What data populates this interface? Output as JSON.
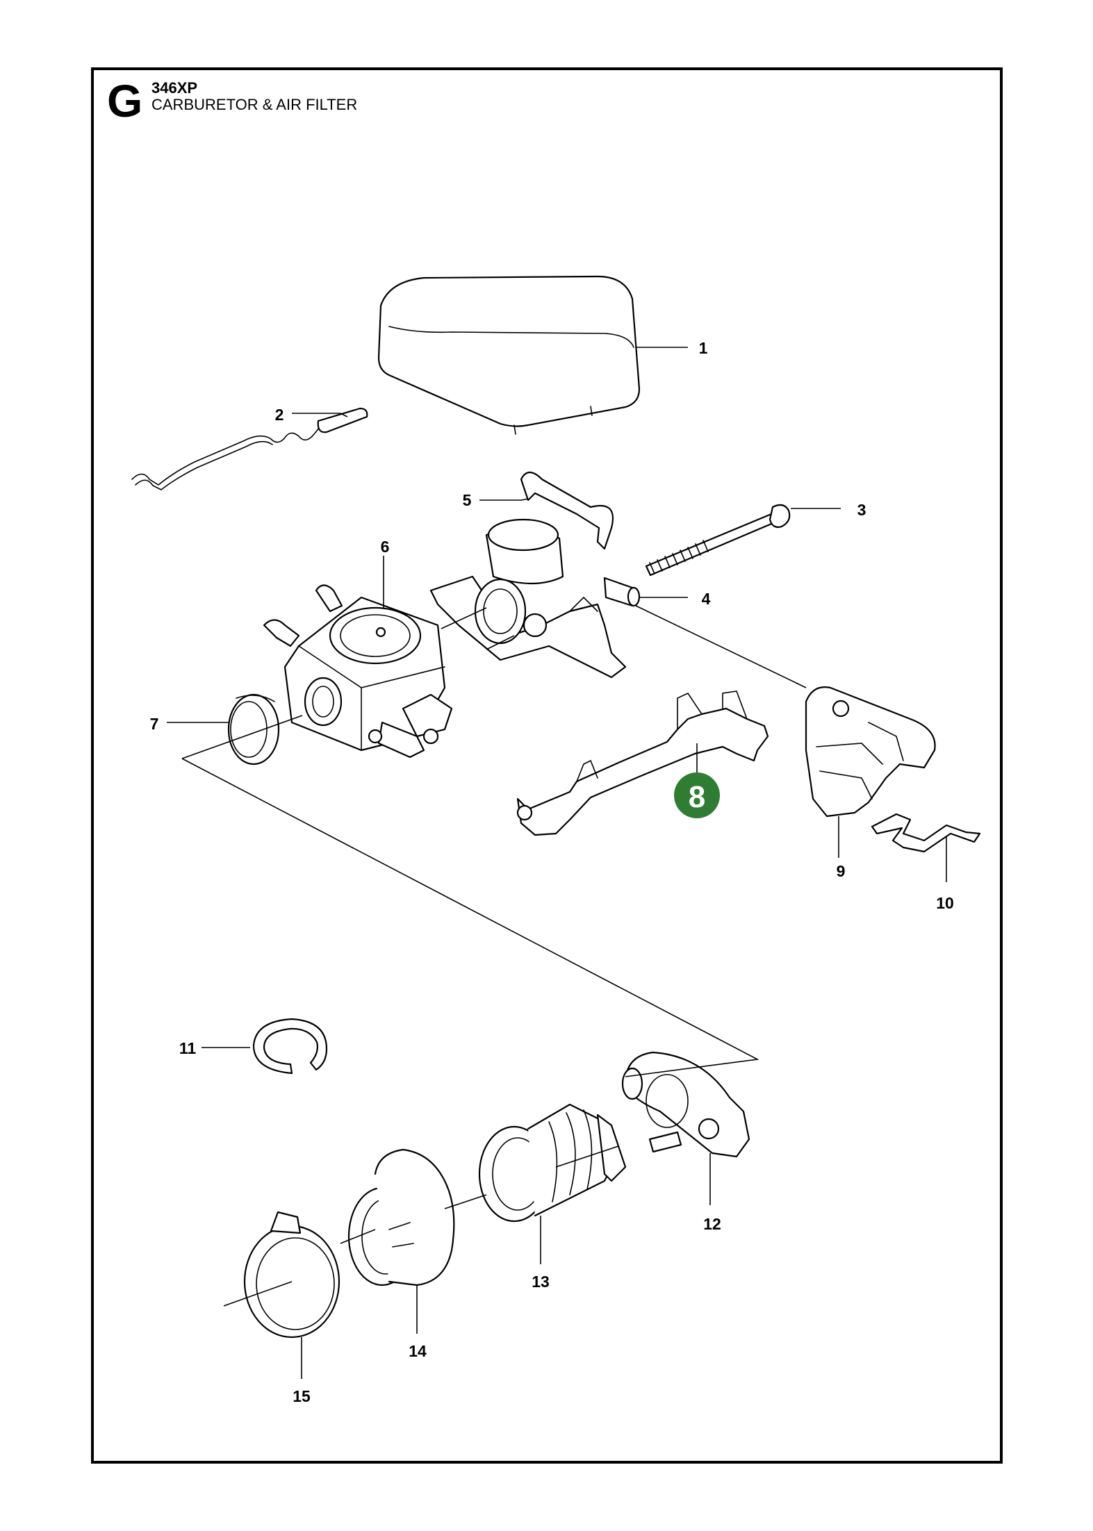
{
  "header": {
    "section_letter": "G",
    "model": "346XP",
    "title": "CARBURETOR & AIR FILTER"
  },
  "callouts": [
    {
      "id": "1",
      "label": "1"
    },
    {
      "id": "2",
      "label": "2"
    },
    {
      "id": "3",
      "label": "3"
    },
    {
      "id": "4",
      "label": "4"
    },
    {
      "id": "5",
      "label": "5"
    },
    {
      "id": "6",
      "label": "6"
    },
    {
      "id": "7",
      "label": "7"
    },
    {
      "id": "8",
      "label": "8",
      "highlighted": true
    },
    {
      "id": "9",
      "label": "9"
    },
    {
      "id": "10",
      "label": "10"
    },
    {
      "id": "11",
      "label": "11"
    },
    {
      "id": "12",
      "label": "12"
    },
    {
      "id": "13",
      "label": "13"
    },
    {
      "id": "14",
      "label": "14"
    },
    {
      "id": "15",
      "label": "15"
    }
  ],
  "colors": {
    "highlight": "#2e7d32",
    "line": "#000000",
    "background": "#ffffff"
  }
}
